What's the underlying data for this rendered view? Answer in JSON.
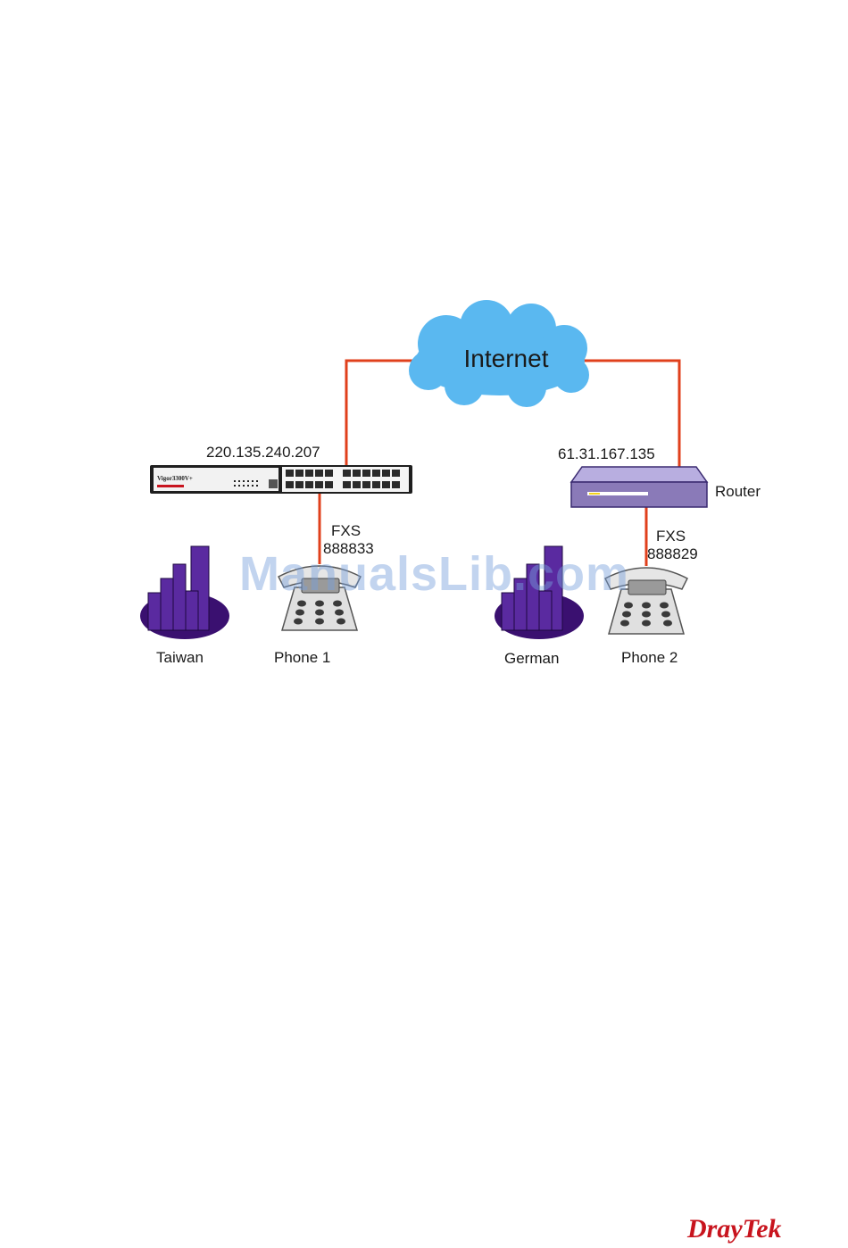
{
  "diagram": {
    "cloud_label": "Internet",
    "left_site": {
      "ip": "220.135.240.207",
      "device_brand_text": "Vigor3300V+",
      "port_label": "FXS",
      "phone_number": "888833",
      "location": "Taiwan",
      "phone_label": "Phone 1"
    },
    "right_site": {
      "ip": "61.31.167.135",
      "device_label": "Router",
      "port_label": "FXS",
      "phone_number": "888829",
      "location": "German",
      "phone_label": "Phone 2"
    }
  },
  "watermark": "ManualsLib.com",
  "brand": "DrayTek",
  "colors": {
    "cable": "#e0401c",
    "cloud": "#5ab8f0",
    "building": "#3a1070",
    "router": "#8a7ab8",
    "brand": "#c8141e"
  }
}
